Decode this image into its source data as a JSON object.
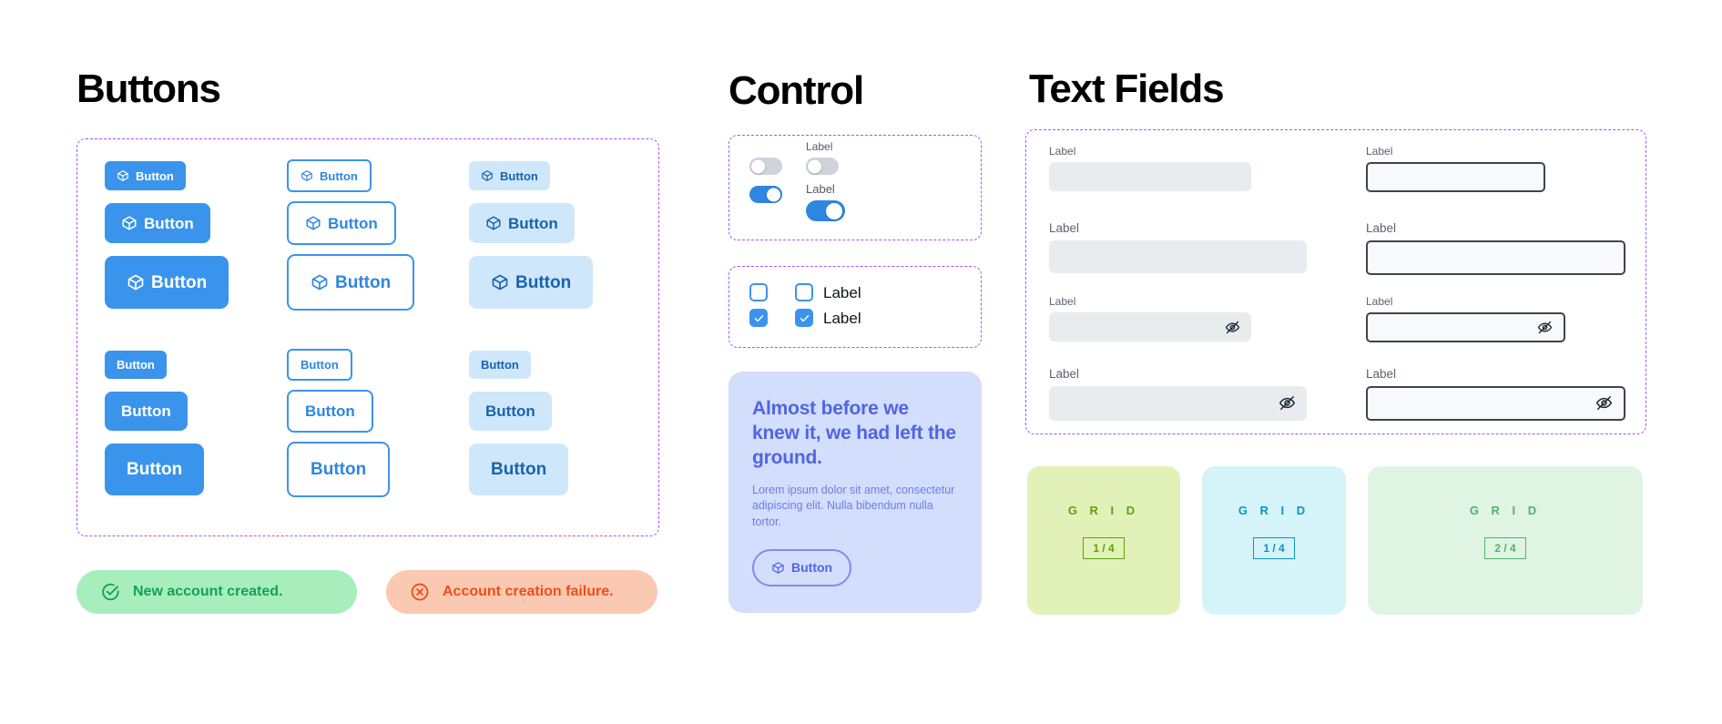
{
  "sections": {
    "buttons_title": "Buttons",
    "control_title": "Control",
    "fields_title": "Text Fields"
  },
  "buttons": {
    "label": "Button",
    "variants": [
      "filled",
      "outline",
      "soft"
    ],
    "sizes": [
      "small",
      "medium",
      "large"
    ],
    "icon": "cube-icon",
    "with_icon_rows": [
      {
        "size": "small",
        "label": "Button"
      },
      {
        "size": "medium",
        "label": "Button"
      },
      {
        "size": "large",
        "label": "Button"
      }
    ],
    "text_only_rows": [
      {
        "size": "small",
        "label": "Button"
      },
      {
        "size": "medium",
        "label": "Button"
      },
      {
        "size": "large",
        "label": "Button"
      }
    ],
    "colors": {
      "filled_bg": "#3b94ec",
      "filled_text": "#ffffff",
      "outline_border": "#3b94ec",
      "outline_text": "#2f86e0",
      "soft_bg": "#cfe7fb",
      "soft_text": "#1a63ad"
    }
  },
  "alerts": [
    {
      "name": "success",
      "icon": "check-circle-icon",
      "message": "New account created.",
      "bg": "#a7eebc",
      "fg": "#15a05c"
    },
    {
      "name": "error",
      "icon": "x-circle-icon",
      "message": "Account creation failure.",
      "bg": "#fbc9b2",
      "fg": "#ef4d1a"
    }
  ],
  "control": {
    "toggles": {
      "unlabeled": [
        {
          "state": "off",
          "size": "sm"
        },
        {
          "state": "on",
          "size": "sm"
        }
      ],
      "labeled": [
        {
          "label": "Label",
          "state": "off",
          "size": "sm"
        },
        {
          "label": "Label",
          "state": "on",
          "size": "lg"
        }
      ],
      "on_color": "#2f86e0",
      "off_color": "#ced4da"
    },
    "checkboxes": {
      "unlabeled": [
        {
          "state": "unchecked"
        },
        {
          "state": "checked"
        }
      ],
      "labeled": [
        {
          "label": "Label",
          "state": "unchecked"
        },
        {
          "label": "Label",
          "state": "checked"
        }
      ],
      "accent": "#3b94ec"
    }
  },
  "promo": {
    "title": "Almost before we knew it, we had left the ground.",
    "body": "Lorem ipsum dolor sit amet, consectetur adipiscing elit. Nulla bibendum nulla tortor.",
    "button_label": "Button",
    "button_icon": "cube-icon",
    "bg": "#d3ddfc",
    "title_color": "#4f66e0",
    "body_color": "#6d7fe6"
  },
  "text_fields": [
    {
      "id": "tf1",
      "label": "Label",
      "value": "",
      "style": "filled",
      "trailing_icon": null
    },
    {
      "id": "tf2",
      "label": "Label",
      "value": "",
      "style": "filled",
      "trailing_icon": null
    },
    {
      "id": "tf3",
      "label": "Label",
      "value": "",
      "style": "filled",
      "trailing_icon": "eye-off-icon"
    },
    {
      "id": "tf4",
      "label": "Label",
      "value": "",
      "style": "filled",
      "trailing_icon": "eye-off-icon"
    },
    {
      "id": "tf5",
      "label": "Label",
      "value": "",
      "style": "outlined",
      "trailing_icon": null
    },
    {
      "id": "tf6",
      "label": "Label",
      "value": "",
      "style": "outlined",
      "trailing_icon": null
    },
    {
      "id": "tf7",
      "label": "Label",
      "value": "",
      "style": "outlined",
      "trailing_icon": "eye-off-icon"
    },
    {
      "id": "tf8",
      "label": "Label",
      "value": "",
      "style": "outlined",
      "trailing_icon": "eye-off-icon"
    }
  ],
  "grid_cards": [
    {
      "word": "G R I D",
      "fraction": "1 / 4",
      "bg": "#e2f1b8",
      "fg": "#5aa510"
    },
    {
      "word": "G R I D",
      "fraction": "1 / 4",
      "bg": "#d4f4f9",
      "fg": "#0f94bd"
    },
    {
      "word": "G R I D",
      "fraction": "2 / 4",
      "bg": "#e0f4e3",
      "fg": "#4fb36a"
    }
  ],
  "frame_color": "#a855f7"
}
